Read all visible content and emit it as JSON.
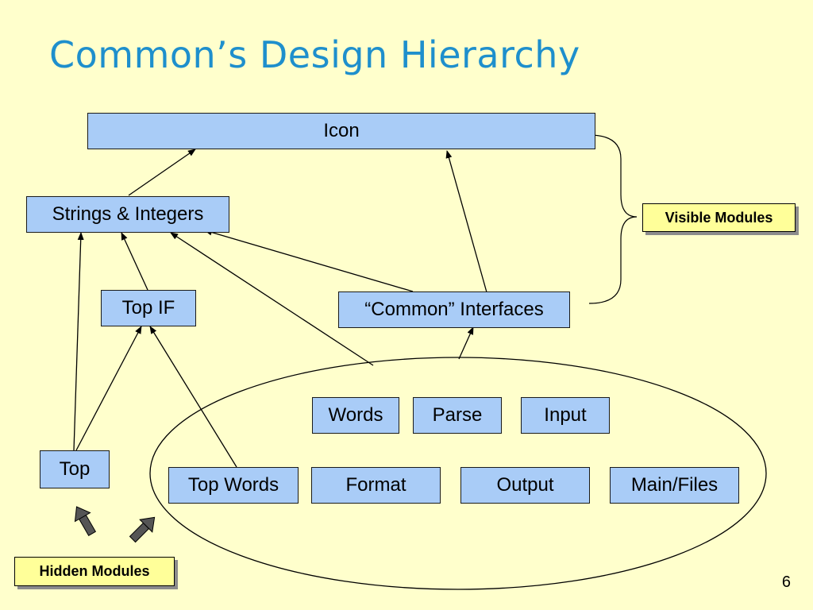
{
  "title": "Common’s Design Hierarchy",
  "page_number": "6",
  "modules": {
    "icon": "Icon",
    "strings_integers": "Strings & Integers",
    "top_if": "Top IF",
    "common_interfaces": "“Common” Interfaces",
    "words": "Words",
    "parse": "Parse",
    "input": "Input",
    "top": "Top",
    "top_words": "Top Words",
    "format": "Format",
    "output": "Output",
    "main_files": "Main/Files"
  },
  "labels": {
    "visible_modules": "Visible Modules",
    "hidden_modules": "Hidden Modules"
  },
  "colors": {
    "background": "#FFFFCC",
    "title": "#1E8FCC",
    "box_fill": "#A9CCF7",
    "label_fill": "#FFFF99"
  }
}
